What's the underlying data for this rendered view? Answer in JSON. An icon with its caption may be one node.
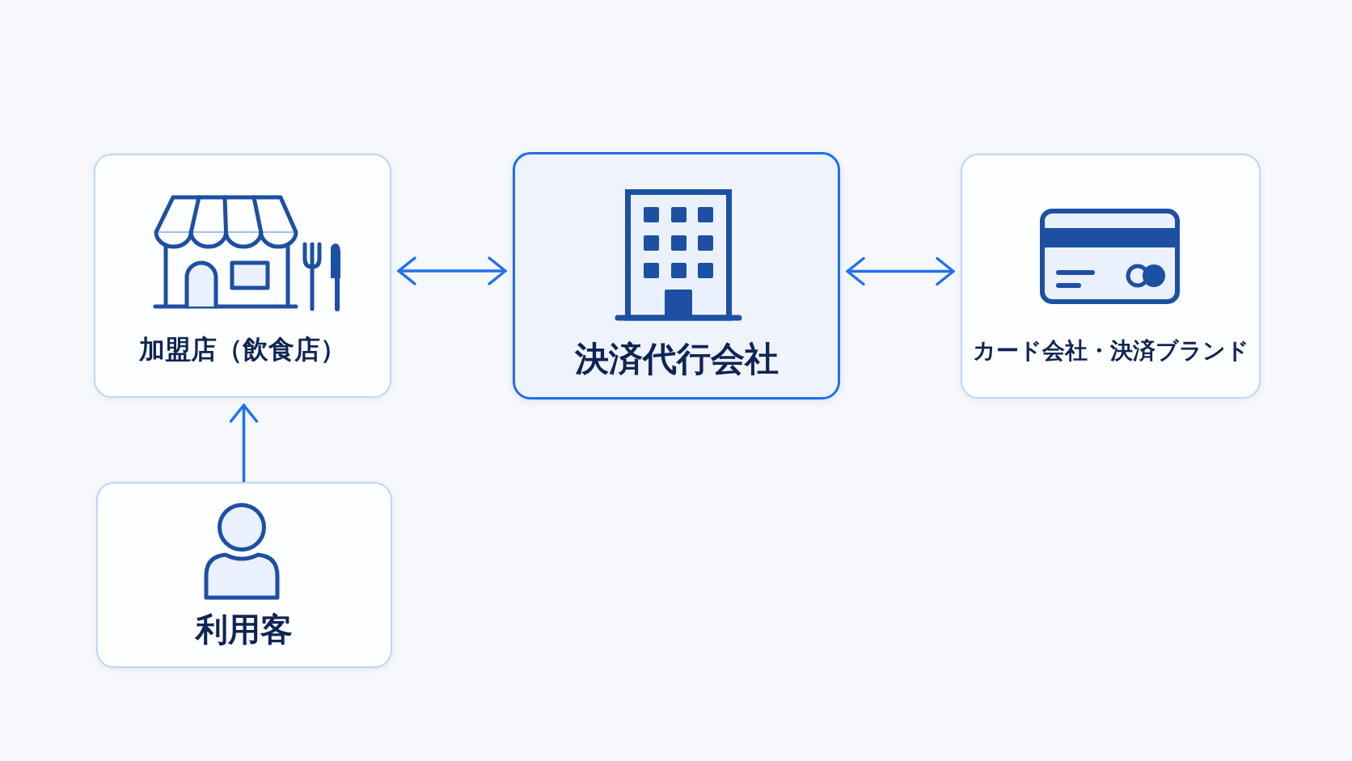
{
  "diagram": {
    "nodes": [
      {
        "text": [
          "加盟店（飲食店）"
        ]
      },
      {
        "text": [
          "決済代行会社"
        ]
      },
      {
        "text": [
          "カード会社・決済ブランド"
        ]
      },
      {
        "text": [
          "利用客"
        ]
      }
    ],
    "edges": [
      {
        "from": 0,
        "to": 1,
        "arrow": "both"
      },
      {
        "from": 1,
        "to": 2,
        "arrow": "both"
      },
      {
        "from": 3,
        "to": 0,
        "arrow": "to"
      }
    ]
  }
}
